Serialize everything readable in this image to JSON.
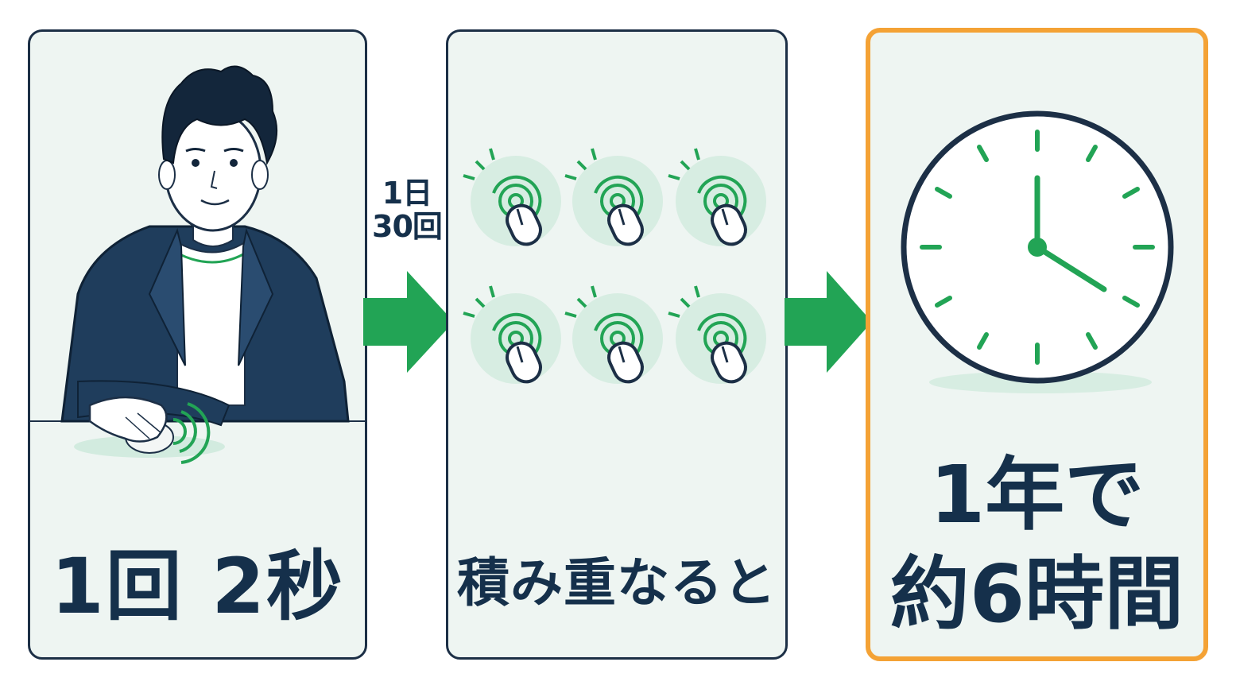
{
  "colors": {
    "navy": "#1c2f46",
    "green": "#22a455",
    "panel_bg": "#eef5f2",
    "highlight_border": "#f4a235"
  },
  "step1": {
    "label": "1回 2秒",
    "illustration": "person-clicking-mouse"
  },
  "connector1": {
    "frequency_line1": "1日",
    "frequency_line2": "30回",
    "icon": "arrow-right-icon"
  },
  "step2": {
    "label": "積み重なると",
    "click_icon_count": 6,
    "icon": "mouse-click-icon"
  },
  "connector2": {
    "icon": "arrow-right-icon"
  },
  "step3": {
    "line1": "1年で",
    "line2": "約6時間",
    "icon": "clock-icon"
  }
}
